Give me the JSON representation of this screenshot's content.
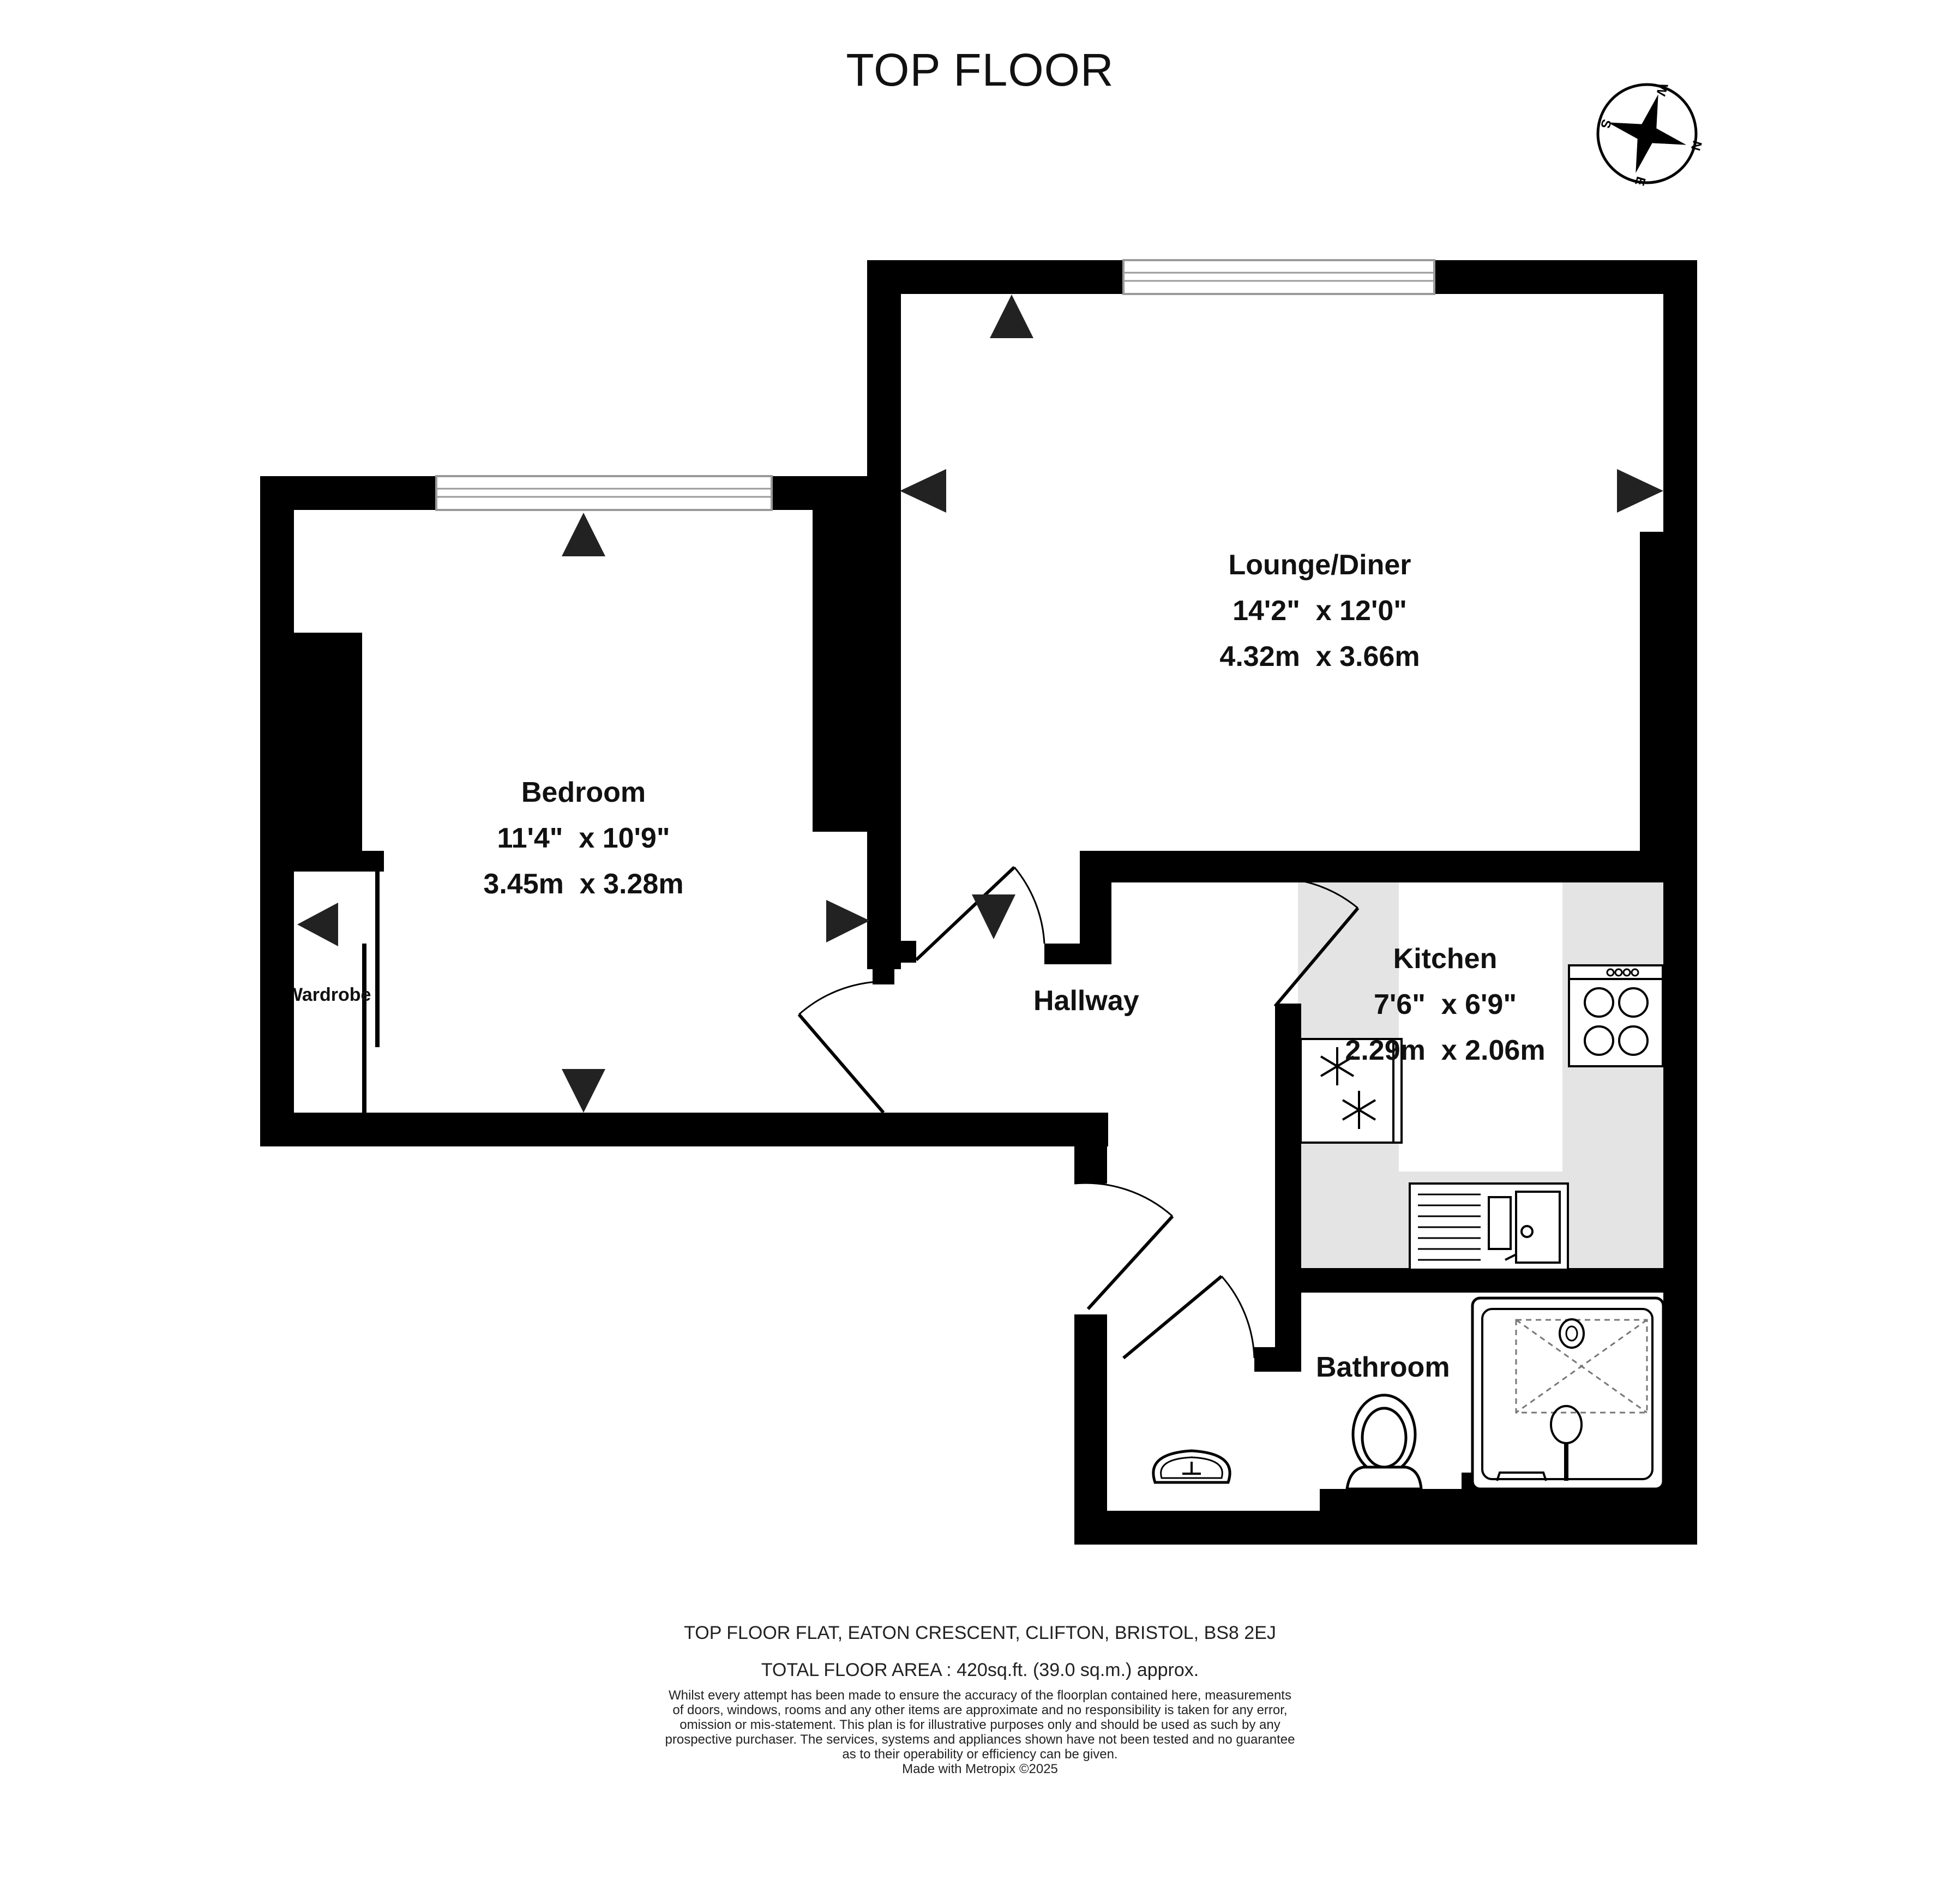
{
  "title": "TOP FLOOR",
  "compass": {
    "letters": [
      "W",
      "N",
      "E",
      "S"
    ]
  },
  "rooms": {
    "lounge": {
      "name": "Lounge/Diner",
      "dim_imperial": "14'2\"  x 12'0\"",
      "dim_metric": "4.32m  x 3.66m"
    },
    "bedroom": {
      "name": "Bedroom",
      "dim_imperial": "11'4\"  x 10'9\"",
      "dim_metric": "3.45m  x 3.28m"
    },
    "kitchen": {
      "name": "Kitchen",
      "dim_imperial": "7'6\"  x 6'9\"",
      "dim_metric": "2.29m  x 2.06m"
    },
    "hallway": {
      "name": "Hallway"
    },
    "bathroom": {
      "name": "Bathroom"
    },
    "wardrobe": {
      "name": "Wardrobe"
    }
  },
  "footer": {
    "address": "TOP FLOOR FLAT, EATON CRESCENT, CLIFTON, BRISTOL, BS8 2EJ",
    "total_area": "TOTAL FLOOR AREA : 420sq.ft. (39.0 sq.m.) approx.",
    "disclaimer_lines": [
      "Whilst every attempt has been made to ensure the accuracy of the floorplan contained here, measurements",
      "of doors, windows, rooms and any other items are approximate and no responsibility is taken for any error,",
      "omission or mis-statement. This plan is for illustrative purposes only and should be used as such by any",
      "prospective purchaser. The services, systems and appliances shown have not been tested and no guarantee",
      "as to their operability or efficiency can be given."
    ],
    "credit": "Made with Metropix ©2025"
  },
  "colors": {
    "wall": "#000000",
    "kitchen_worktop": "#e4e4e4",
    "window": "#9a9a9a"
  }
}
